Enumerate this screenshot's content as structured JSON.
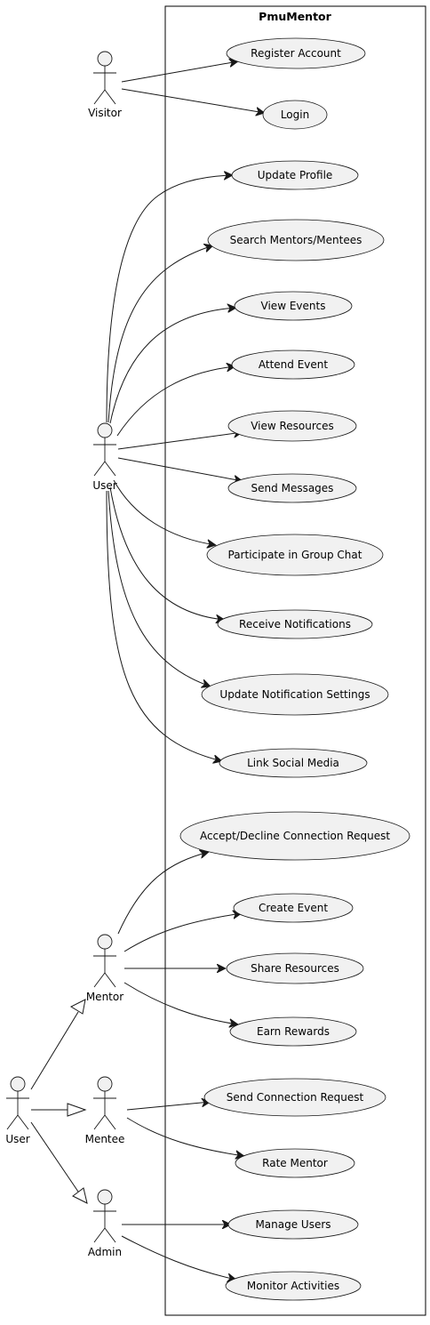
{
  "system": {
    "title": "PmuMentor"
  },
  "actors": {
    "visitor": "Visitor",
    "user": "User",
    "mentor": "Mentor",
    "mentee": "Mentee",
    "admin": "Admin",
    "user_parent": "User"
  },
  "use_cases": {
    "register_account": "Register Account",
    "login": "Login",
    "update_profile": "Update Profile",
    "search_mentors_mentees": "Search Mentors/Mentees",
    "view_events": "View Events",
    "attend_event": "Attend Event",
    "view_resources": "View Resources",
    "send_messages": "Send Messages",
    "participate_group_chat": "Participate in Group Chat",
    "receive_notifications": "Receive Notifications",
    "update_notification_settings": "Update Notification Settings",
    "link_social_media": "Link Social Media",
    "accept_decline_request": "Accept/Decline Connection Request",
    "create_event": "Create Event",
    "share_resources": "Share Resources",
    "earn_rewards": "Earn Rewards",
    "send_connection_request": "Send Connection Request",
    "rate_mentor": "Rate Mentor",
    "manage_users": "Manage Users",
    "monitor_activities": "Monitor Activities"
  },
  "associations": [
    {
      "from": "Visitor",
      "to": "Register Account"
    },
    {
      "from": "Visitor",
      "to": "Login"
    },
    {
      "from": "User",
      "to": "Update Profile"
    },
    {
      "from": "User",
      "to": "Search Mentors/Mentees"
    },
    {
      "from": "User",
      "to": "View Events"
    },
    {
      "from": "User",
      "to": "Attend Event"
    },
    {
      "from": "User",
      "to": "View Resources"
    },
    {
      "from": "User",
      "to": "Send Messages"
    },
    {
      "from": "User",
      "to": "Participate in Group Chat"
    },
    {
      "from": "User",
      "to": "Receive Notifications"
    },
    {
      "from": "User",
      "to": "Update Notification Settings"
    },
    {
      "from": "User",
      "to": "Link Social Media"
    },
    {
      "from": "Mentor",
      "to": "Accept/Decline Connection Request"
    },
    {
      "from": "Mentor",
      "to": "Create Event"
    },
    {
      "from": "Mentor",
      "to": "Share Resources"
    },
    {
      "from": "Mentor",
      "to": "Earn Rewards"
    },
    {
      "from": "Mentee",
      "to": "Send Connection Request"
    },
    {
      "from": "Mentee",
      "to": "Rate Mentor"
    },
    {
      "from": "Admin",
      "to": "Manage Users"
    },
    {
      "from": "Admin",
      "to": "Monitor Activities"
    }
  ],
  "generalizations": [
    {
      "child": "User",
      "parent": "Mentor"
    },
    {
      "child": "User",
      "parent": "Mentee"
    },
    {
      "child": "User",
      "parent": "Admin"
    }
  ]
}
